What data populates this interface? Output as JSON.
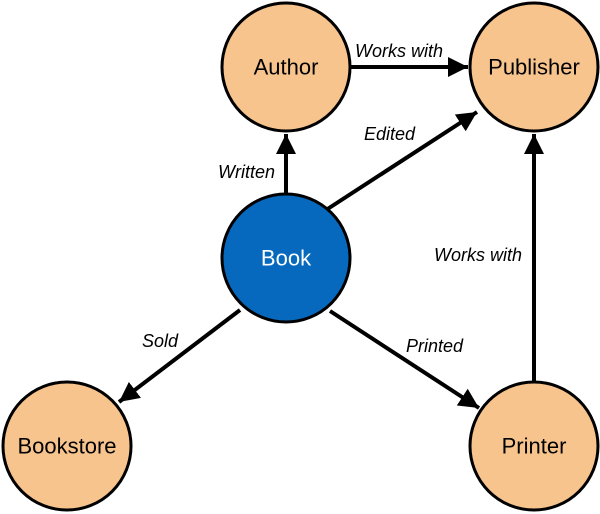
{
  "colors": {
    "default_node_fill": "#F8C48E",
    "highlight_node_fill": "#0769BD",
    "highlight_text": "#FFFFFF",
    "node_text": "#000000",
    "stroke": "#000000"
  },
  "nodes": {
    "author": {
      "label": "Author"
    },
    "publisher": {
      "label": "Publisher"
    },
    "book": {
      "label": "Book"
    },
    "bookstore": {
      "label": "Bookstore"
    },
    "printer": {
      "label": "Printer"
    }
  },
  "edges": {
    "author_publisher": {
      "label": "Works with"
    },
    "book_publisher": {
      "label": "Edited"
    },
    "book_author": {
      "label": "Written"
    },
    "printer_publisher": {
      "label": "Works with"
    },
    "book_bookstore": {
      "label": "Sold"
    },
    "book_printer": {
      "label": "Printed"
    }
  }
}
